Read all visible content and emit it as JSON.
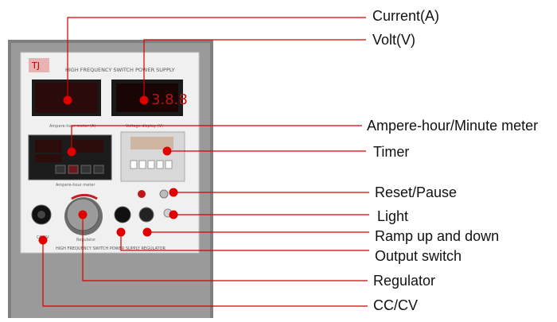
{
  "device": {
    "header_text": "HIGH FREQUENCY SWITCH POWER SUPPLY",
    "ah_meter_caption": "Ampere-hour meter (A)",
    "timer_caption": "Voltage display (V)",
    "controller_caption": "Ampere-hour meter",
    "knob_caption": "Regulator",
    "bottom_text": "HIGH FREQUENCY SWITCH POWER SUPPLY REGULATOR",
    "current_digits": "",
    "volt_digits": "3.8.8"
  },
  "callouts": {
    "current": "Current(A)",
    "volt": "Volt(V)",
    "ah_meter": "Ampere-hour/Minute meter",
    "timer": "Timer",
    "reset_pause": "Reset/Pause",
    "light": "Light",
    "ramp": "Ramp up and down",
    "output_switch": "Output switch",
    "regulator": "Regulator",
    "cccv": "CC/CV"
  },
  "colors": {
    "leader_line": "#d40000",
    "dot": "#e00000",
    "panel_face": "#eeeeee",
    "case": "#8c8c8c"
  }
}
